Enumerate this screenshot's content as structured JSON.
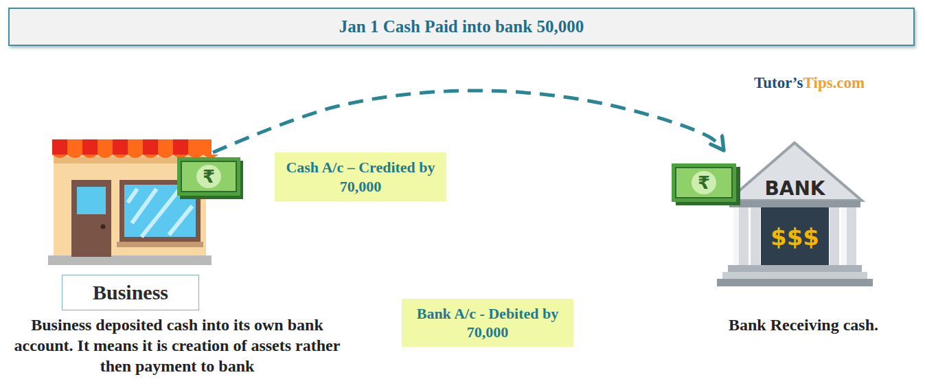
{
  "diagram": {
    "title": "Jan 1 Cash Paid into bank 50,000",
    "nodes": [
      {
        "text": [
          "Business"
        ]
      },
      {
        "text": [
          "Cash A/c – Credited by 70,000"
        ]
      },
      {
        "text": [
          "Bank A/c - Debited by 70,000"
        ]
      },
      {
        "text": [
          "BANK",
          "$$$"
        ]
      }
    ],
    "edges": [
      {
        "from": 0,
        "to": 3,
        "arrow": "to"
      }
    ],
    "labels": [
      "Business deposited cash into its own bank account. It means it is creation of assets rather then payment to bank",
      "Bank Receiving cash.",
      "Tutor’s",
      "Tips.com",
      "₹",
      "₹"
    ]
  }
}
